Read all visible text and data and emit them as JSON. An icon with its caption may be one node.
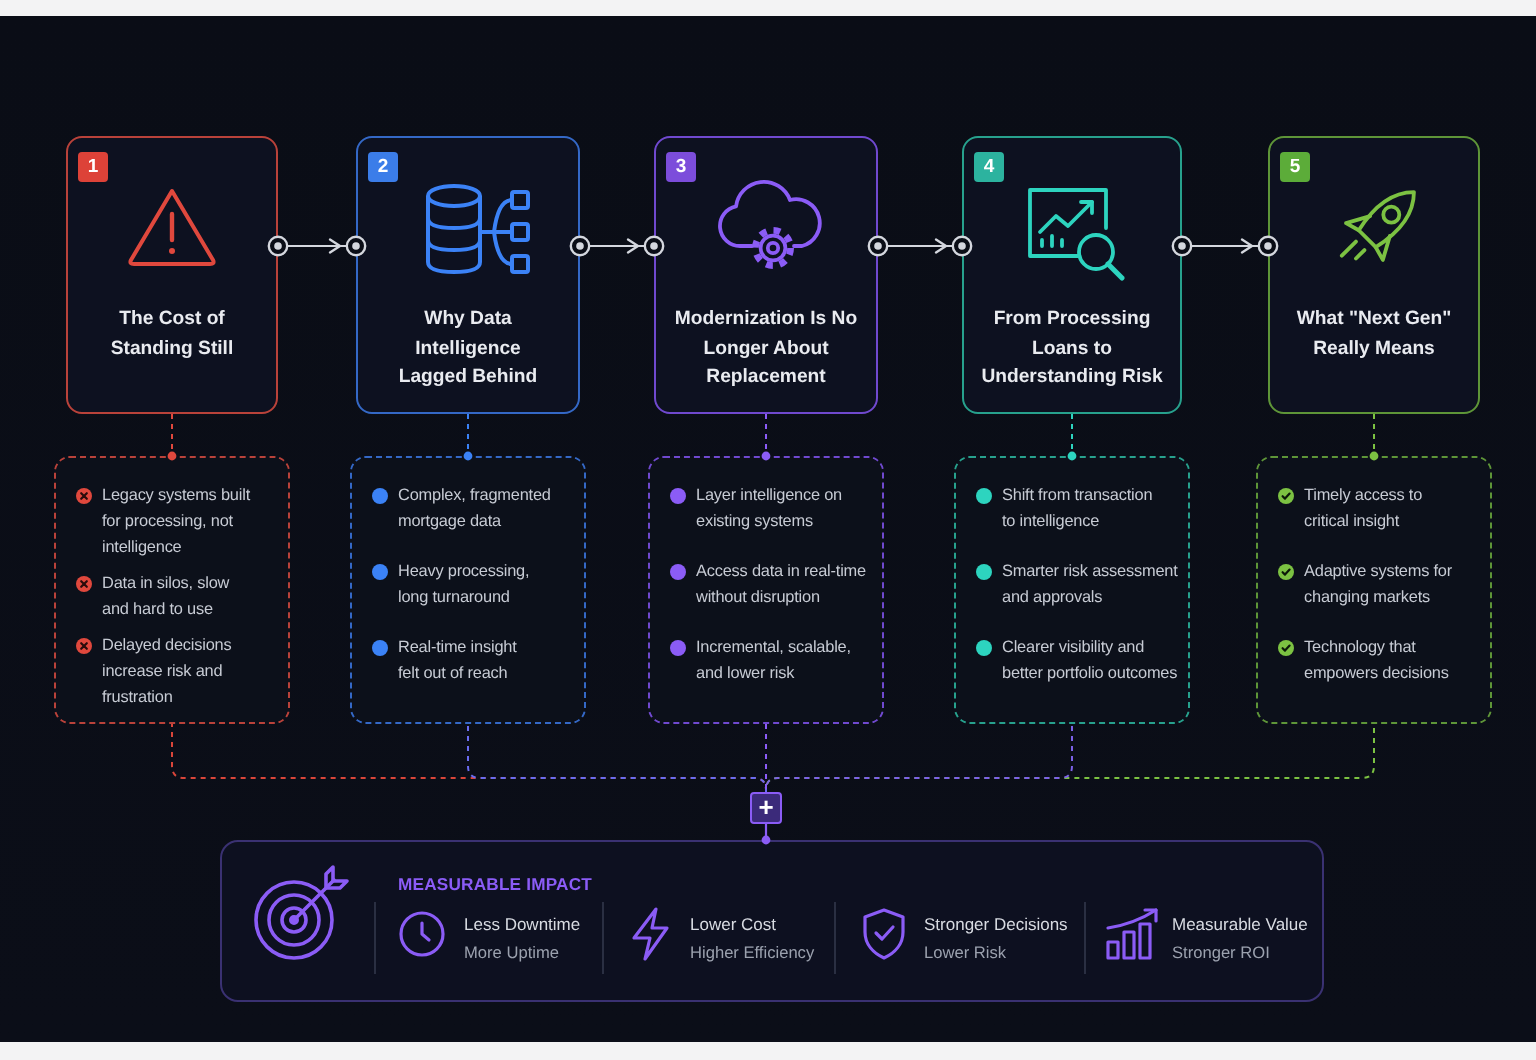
{
  "diagram": {
    "nodes": [
      {
        "text": [
          "The Cost of Standing Still"
        ]
      },
      {
        "text": [
          "1"
        ],
        "in": 0
      },
      {
        "text": [
          "Why Data Intelligence Lagged Behind"
        ]
      },
      {
        "text": [
          "2"
        ],
        "in": 2
      },
      {
        "text": [
          "Modernization Is No Longer About Replacement"
        ]
      },
      {
        "text": [
          "3"
        ],
        "in": 4
      },
      {
        "text": [
          "From Processing Loans to Understanding Risk"
        ]
      },
      {
        "text": [
          "4"
        ],
        "in": 6
      },
      {
        "text": [
          "What \"Next Gen\" Really Means"
        ]
      },
      {
        "text": [
          "5"
        ],
        "in": 8
      },
      {
        "text": [
          "Legacy systems built for processing, not intelligence",
          "Data in silos, slow and hard to use",
          "Delayed decisions increase risk and frustration"
        ]
      },
      {
        "text": [
          "Complex, fragmented mortgage data",
          "Heavy processing, long turnaround",
          "Real-time insight felt out of reach"
        ]
      },
      {
        "text": [
          "Layer intelligence on existing systems",
          "Access data in real-time without disruption",
          "Incremental, scalable, and lower risk"
        ]
      },
      {
        "text": [
          "Shift from transaction to intelligence",
          "Smarter risk assessment and approvals",
          "Clearer visibility and better portfolio outcomes"
        ]
      },
      {
        "text": [
          "Timely access to critical insight",
          "Adaptive systems for changing markets",
          "Technology that empowers decisions"
        ]
      },
      {
        "text": [
          "+"
        ]
      },
      {
        "text": [
          "MEASURABLE IMPACT",
          "Less Downtime",
          "More Uptime",
          "Lower Cost",
          "Higher Efficiency",
          "Stronger Decisions",
          "Lower Risk",
          "Measurable Value",
          "Stronger ROI"
        ]
      }
    ],
    "edges": [
      {
        "from": 0,
        "to": 2,
        "arrow": "to"
      },
      {
        "from": 2,
        "to": 4,
        "arrow": "to"
      },
      {
        "from": 4,
        "to": 6,
        "arrow": "to"
      },
      {
        "from": 6,
        "to": 8,
        "arrow": "to"
      },
      {
        "from": 0,
        "to": 10,
        "arrow": "other",
        "style": "dashed",
        "color": "#e0483d"
      },
      {
        "from": 2,
        "to": 11,
        "arrow": "other",
        "style": "dashed",
        "color": "#3b82f6"
      },
      {
        "from": 4,
        "to": 12,
        "arrow": "other",
        "style": "dashed",
        "color": "#8b5cf6"
      },
      {
        "from": 6,
        "to": 13,
        "arrow": "other",
        "style": "dashed",
        "color": "#2dd4bf"
      },
      {
        "from": 8,
        "to": 14,
        "arrow": "other",
        "style": "dashed",
        "color": "#7cc242"
      },
      {
        "from": 10,
        "to": 15,
        "arrow": "none",
        "style": "dashed",
        "color": "#d9453a"
      },
      {
        "from": 11,
        "to": 15,
        "arrow": "none",
        "style": "dashed",
        "color": "#6a6cf0"
      },
      {
        "from": 12,
        "to": 15,
        "arrow": "none",
        "style": "dashed",
        "color": "#8b5cf6"
      },
      {
        "from": 13,
        "to": 15,
        "arrow": "none",
        "style": "dashed",
        "color": "#7d62e8"
      },
      {
        "from": 14,
        "to": 15,
        "arrow": "none",
        "style": "dashed",
        "color": "#7cc242"
      },
      {
        "from": 15,
        "to": 16,
        "arrow": "other",
        "color": "#8b5cf6"
      }
    ]
  }
}
